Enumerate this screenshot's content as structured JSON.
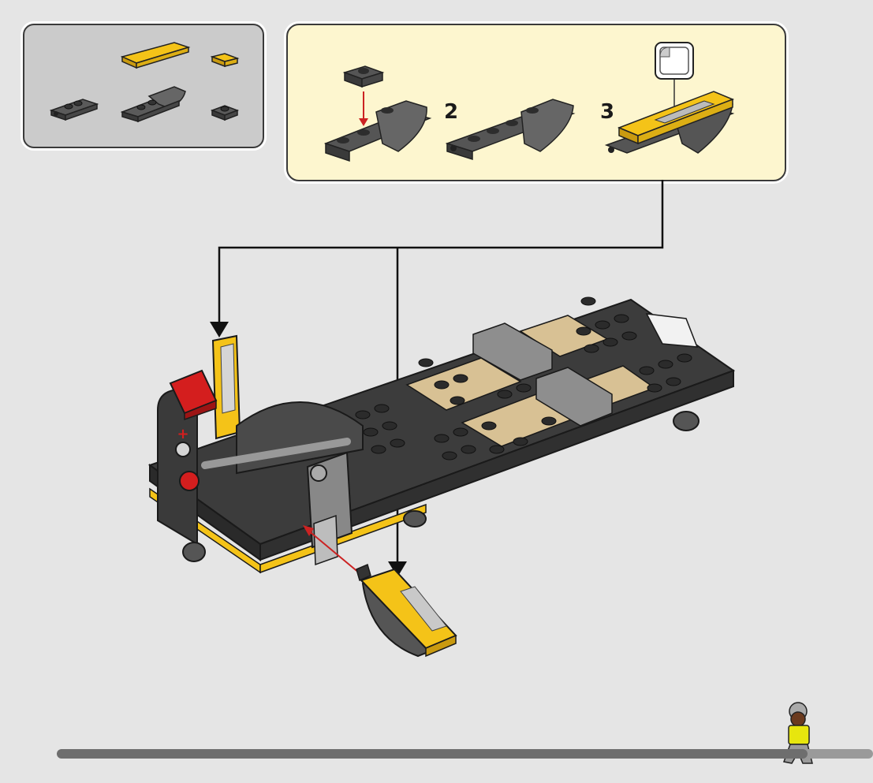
{
  "sub_steps": [
    {
      "number": ""
    },
    {
      "number": "2"
    },
    {
      "number": "3"
    }
  ],
  "parts_flag": "≡",
  "progress": {
    "fraction": 0.92
  },
  "colors": {
    "yellow": "#f4c318",
    "dark_gray": "#4a4a4a",
    "tan": "#d8c194",
    "red": "#d92020",
    "bg": "#e5e5e5"
  }
}
